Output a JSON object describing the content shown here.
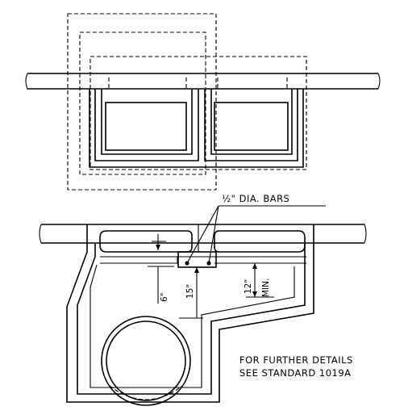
{
  "labels": {
    "bars_label": "½\" DIA. BARS",
    "dim_6": "6\"",
    "dim_15": "15\"",
    "dim_12_min_value": "12\"",
    "dim_12_min_suffix": "MIN.",
    "note_line1": "FOR FURTHER DETAILS",
    "note_line2": "SEE STANDARD 1019A"
  }
}
